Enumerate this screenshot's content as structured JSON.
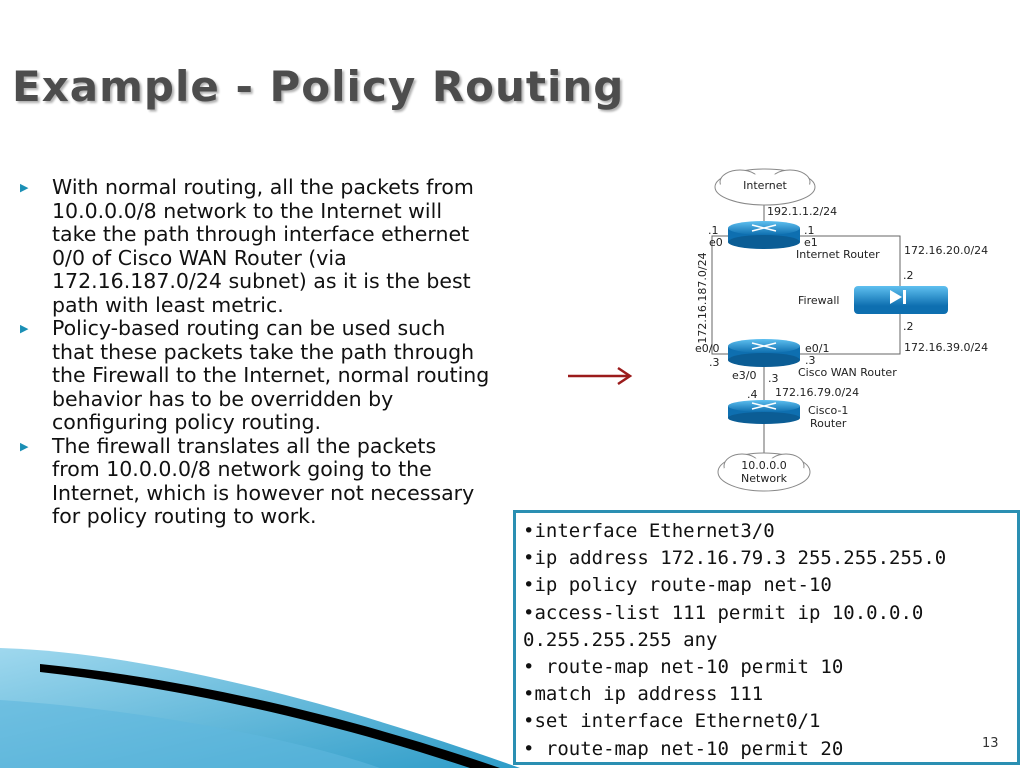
{
  "slide": {
    "title": "Example - Policy Routing",
    "page_number": "13",
    "bullets": [
      " With normal routing, all the packets from 10.0.0.0/8 network to the Internet will take the path through interface ethernet 0/0 of Cisco WAN Router (via 172.16.187.0/24 subnet) as it is the best path with least metric.",
      "Policy-based routing can be used such that these packets take the path through the Firewall to the Internet, normal routing behavior has to be overridden by configuring policy routing.",
      "The firewall translates all the packets from 10.0.0.0/8 network going to the Internet, which is however not necessary for policy routing to work."
    ],
    "config_lines": [
      "•interface Ethernet3/0",
      "•ip address 172.16.79.3 255.255.255.0",
      "•ip policy route-map net-10",
      "•access-list 111 permit ip 10.0.0.0",
      "0.255.255.255 any",
      "• route-map net-10 permit 10",
      "•match ip address 111",
      "•set interface Ethernet0/1",
      "• route-map net-10 permit 20"
    ]
  },
  "diagram": {
    "internet_label": "Internet",
    "network_label_1": "10.0.0.0",
    "network_label_2": "Network",
    "firewall_label": "Firewall",
    "internet_router_label": "Internet Router",
    "wan_router_label": "Cisco WAN Router",
    "cisco1_label_1": "Cisco-1",
    "cisco1_label_2": "Router",
    "subnet_top": "192.1.1.2/24",
    "subnet_right_top": "172.16.20.0/24",
    "subnet_right_bottom": "172.16.39.0/24",
    "subnet_left": "172.16.187.0/24",
    "subnet_bottom": "172.16.79.0/24",
    "ir_e0": "e0",
    "ir_e0_num": ".1",
    "ir_e1": "e1",
    "ir_e1_num": ".1",
    "fw_top_num": ".2",
    "fw_bottom_num": ".2",
    "wan_e00": "e0/0",
    "wan_e00_num": ".3",
    "wan_e01": "e0/1",
    "wan_e01_num": ".3",
    "wan_e30": "e3/0",
    "wan_e30_num": ".3",
    "c1_num": ".4",
    "arrow_color": "#9b1b1b",
    "router_color": "#1f8fd0",
    "accent_color": "#2a8fb2"
  }
}
